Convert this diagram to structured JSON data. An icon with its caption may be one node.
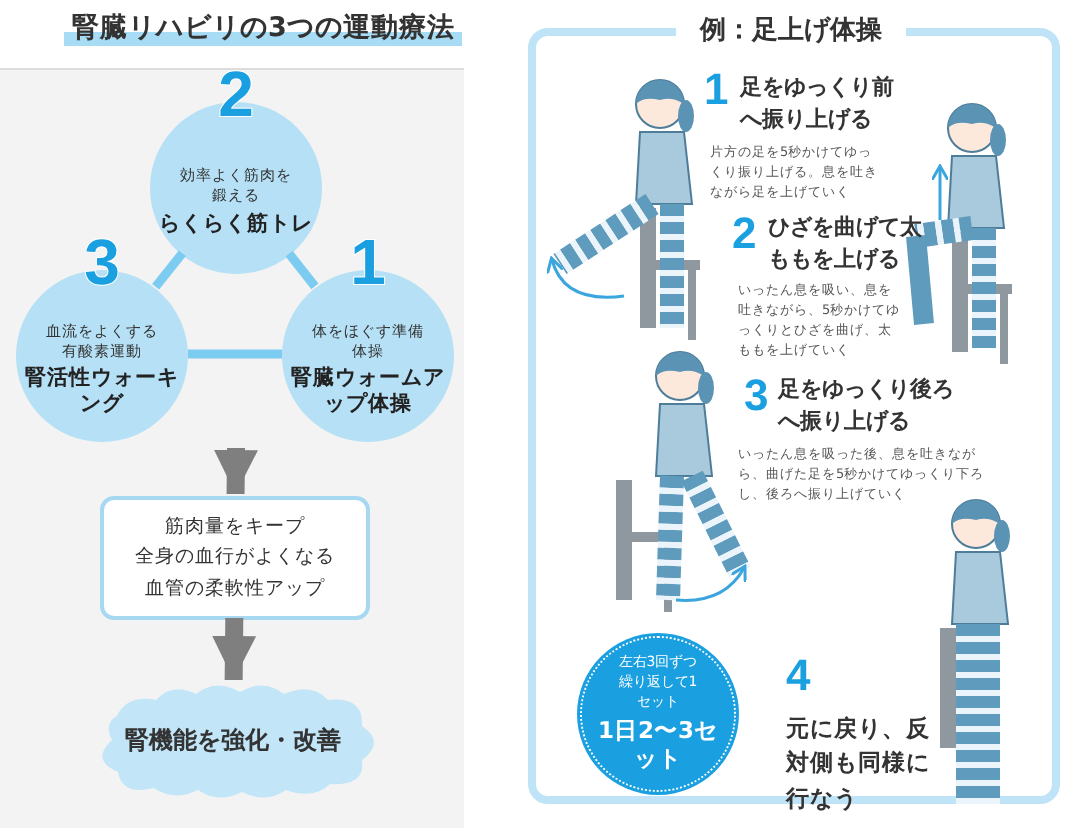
{
  "diagram": {
    "nodes": [
      {
        "text": [
          "腎臓リハビリの3つの運動療法"
        ]
      },
      {
        "text": [
          "2",
          "効率よく筋肉を鍛える",
          "らくらく筋トレ"
        ],
        "in": 0
      },
      {
        "text": [
          "3",
          "血流をよくする有酸素運動",
          "腎活性ウォーキング"
        ],
        "in": 0
      },
      {
        "text": [
          "1",
          "体をほぐす準備体操",
          "腎臓ウォームアップ体操"
        ],
        "in": 0
      },
      {
        "text": [
          "筋肉量をキープ",
          "全身の血行がよくなる",
          "血管の柔軟性アップ"
        ],
        "in": 0
      },
      {
        "text": [
          "腎機能を強化・改善"
        ],
        "in": 0
      },
      {
        "text": [
          "例：足上げ体操"
        ]
      },
      {
        "text": [
          "左右3回ずつ繰り返して1セット",
          "1日2〜3セット"
        ],
        "in": 6
      }
    ],
    "edges": [
      {
        "from": 1,
        "to": 2,
        "arrow": "none"
      },
      {
        "from": 1,
        "to": 3,
        "arrow": "none"
      },
      {
        "from": 2,
        "to": 3,
        "arrow": "none"
      },
      {
        "from": null,
        "to": 4,
        "arrow": "to",
        "style": "thick",
        "color": "#7f7f7f"
      },
      {
        "from": 4,
        "to": 5,
        "arrow": "to",
        "style": "thick",
        "color": "#7f7f7f"
      }
    ],
    "labels": [
      "1",
      "足をゆっくり前へ振り上げる",
      "片方の足を5秒かけてゆっくり振り上げる。息を吐きながら足を上げていく",
      "2",
      "ひざを曲げて太ももを上げる",
      "いったん息を吸い、息を吐きながら、5秒かけてゆっくりとひざを曲げ、太ももを上げていく",
      "3",
      "足をゆっくり後ろへ振り上げる",
      "いったん息を吸った後、息を吐きながら、曲げた足を5秒かけてゆっくり下ろし、後ろへ振り上げていく",
      "4",
      "元に戻り、反対側も同様に行なう"
    ]
  }
}
